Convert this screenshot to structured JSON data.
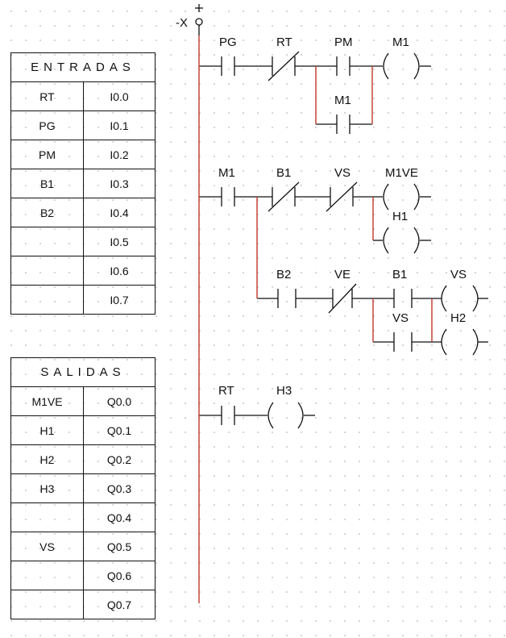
{
  "inputs": {
    "title": "ENTRADAS",
    "rows": [
      {
        "name": "RT",
        "addr": "I0.0"
      },
      {
        "name": "PG",
        "addr": "I0.1"
      },
      {
        "name": "PM",
        "addr": "I0.2"
      },
      {
        "name": "B1",
        "addr": "I0.3"
      },
      {
        "name": "B2",
        "addr": "I0.4"
      },
      {
        "name": "",
        "addr": "I0.5"
      },
      {
        "name": "",
        "addr": "I0.6"
      },
      {
        "name": "",
        "addr": "I0.7"
      }
    ]
  },
  "outputs": {
    "title": "SALIDAS",
    "rows": [
      {
        "name": "M1VE",
        "addr": "Q0.0"
      },
      {
        "name": "H1",
        "addr": "Q0.1"
      },
      {
        "name": "H2",
        "addr": "Q0.2"
      },
      {
        "name": "H3",
        "addr": "Q0.3"
      },
      {
        "name": "",
        "addr": "Q0.4"
      },
      {
        "name": "VS",
        "addr": "Q0.5"
      },
      {
        "name": "",
        "addr": "Q0.6"
      },
      {
        "name": "",
        "addr": "Q0.7"
      }
    ]
  },
  "ladder": {
    "power_rail": {
      "label": "-X",
      "polarity": "+"
    },
    "contacts": {
      "r1_pg": "PG",
      "r1_rt": "RT",
      "r1_pm": "PM",
      "r1_m1": "M1",
      "r2_m1": "M1",
      "r2_b1": "B1",
      "r2_vs": "VS",
      "r3_b2": "B2",
      "r3_ve": "VE",
      "r3_b1": "B1",
      "r3_vs": "VS",
      "r4_rt": "RT"
    },
    "coils": {
      "m1": "M1",
      "m1ve": "M1VE",
      "h1": "H1",
      "vs": "VS",
      "h2": "H2",
      "h3": "H3"
    }
  },
  "colors": {
    "rail": "#c0392b",
    "branch": "#c0392b",
    "line": "#111111"
  }
}
